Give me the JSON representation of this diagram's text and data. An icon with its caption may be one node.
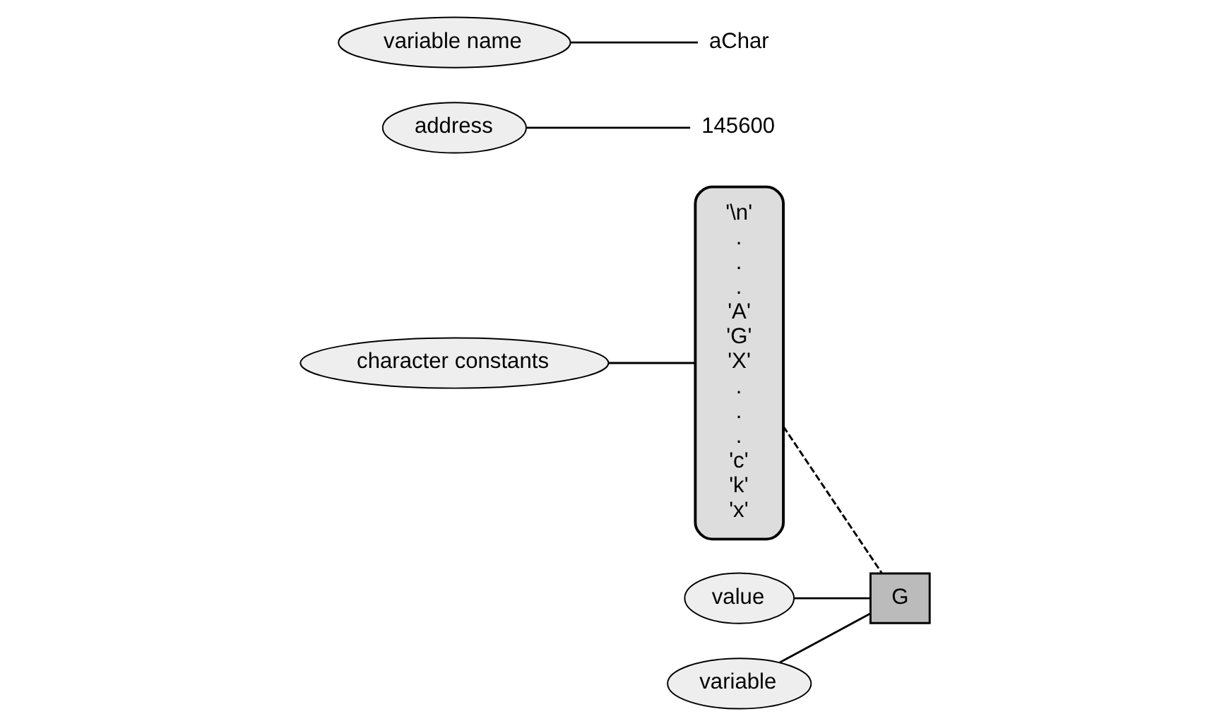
{
  "diagram": {
    "nodes": [
      {
        "text": [
          "character constants"
        ]
      },
      {
        "text": [
          "'\\n'",
          ".",
          ".",
          ".",
          "'A'",
          "'G'",
          "'X'",
          ".",
          ".",
          ".",
          "'c'",
          "'k'",
          "'x'"
        ]
      },
      {
        "text": [
          "address"
        ]
      },
      {
        "text": [
          "145600"
        ]
      },
      {
        "text": [
          "value"
        ]
      },
      {
        "text": [
          "G"
        ]
      },
      {
        "text": [
          "aChar"
        ]
      },
      {
        "text": [
          "variable"
        ]
      },
      {
        "text": [
          "variable name"
        ]
      }
    ],
    "edges": [
      {
        "from": 0,
        "to": 1,
        "arrow": "none"
      },
      {
        "from": 1,
        "to": 5,
        "arrow": "none",
        "style": "dashed"
      },
      {
        "from": 2,
        "to": 3,
        "arrow": "none"
      },
      {
        "from": 4,
        "to": 5,
        "arrow": "none"
      },
      {
        "from": 7,
        "to": 5,
        "arrow": "none"
      },
      {
        "from": 8,
        "to": 6,
        "arrow": "none"
      }
    ]
  }
}
